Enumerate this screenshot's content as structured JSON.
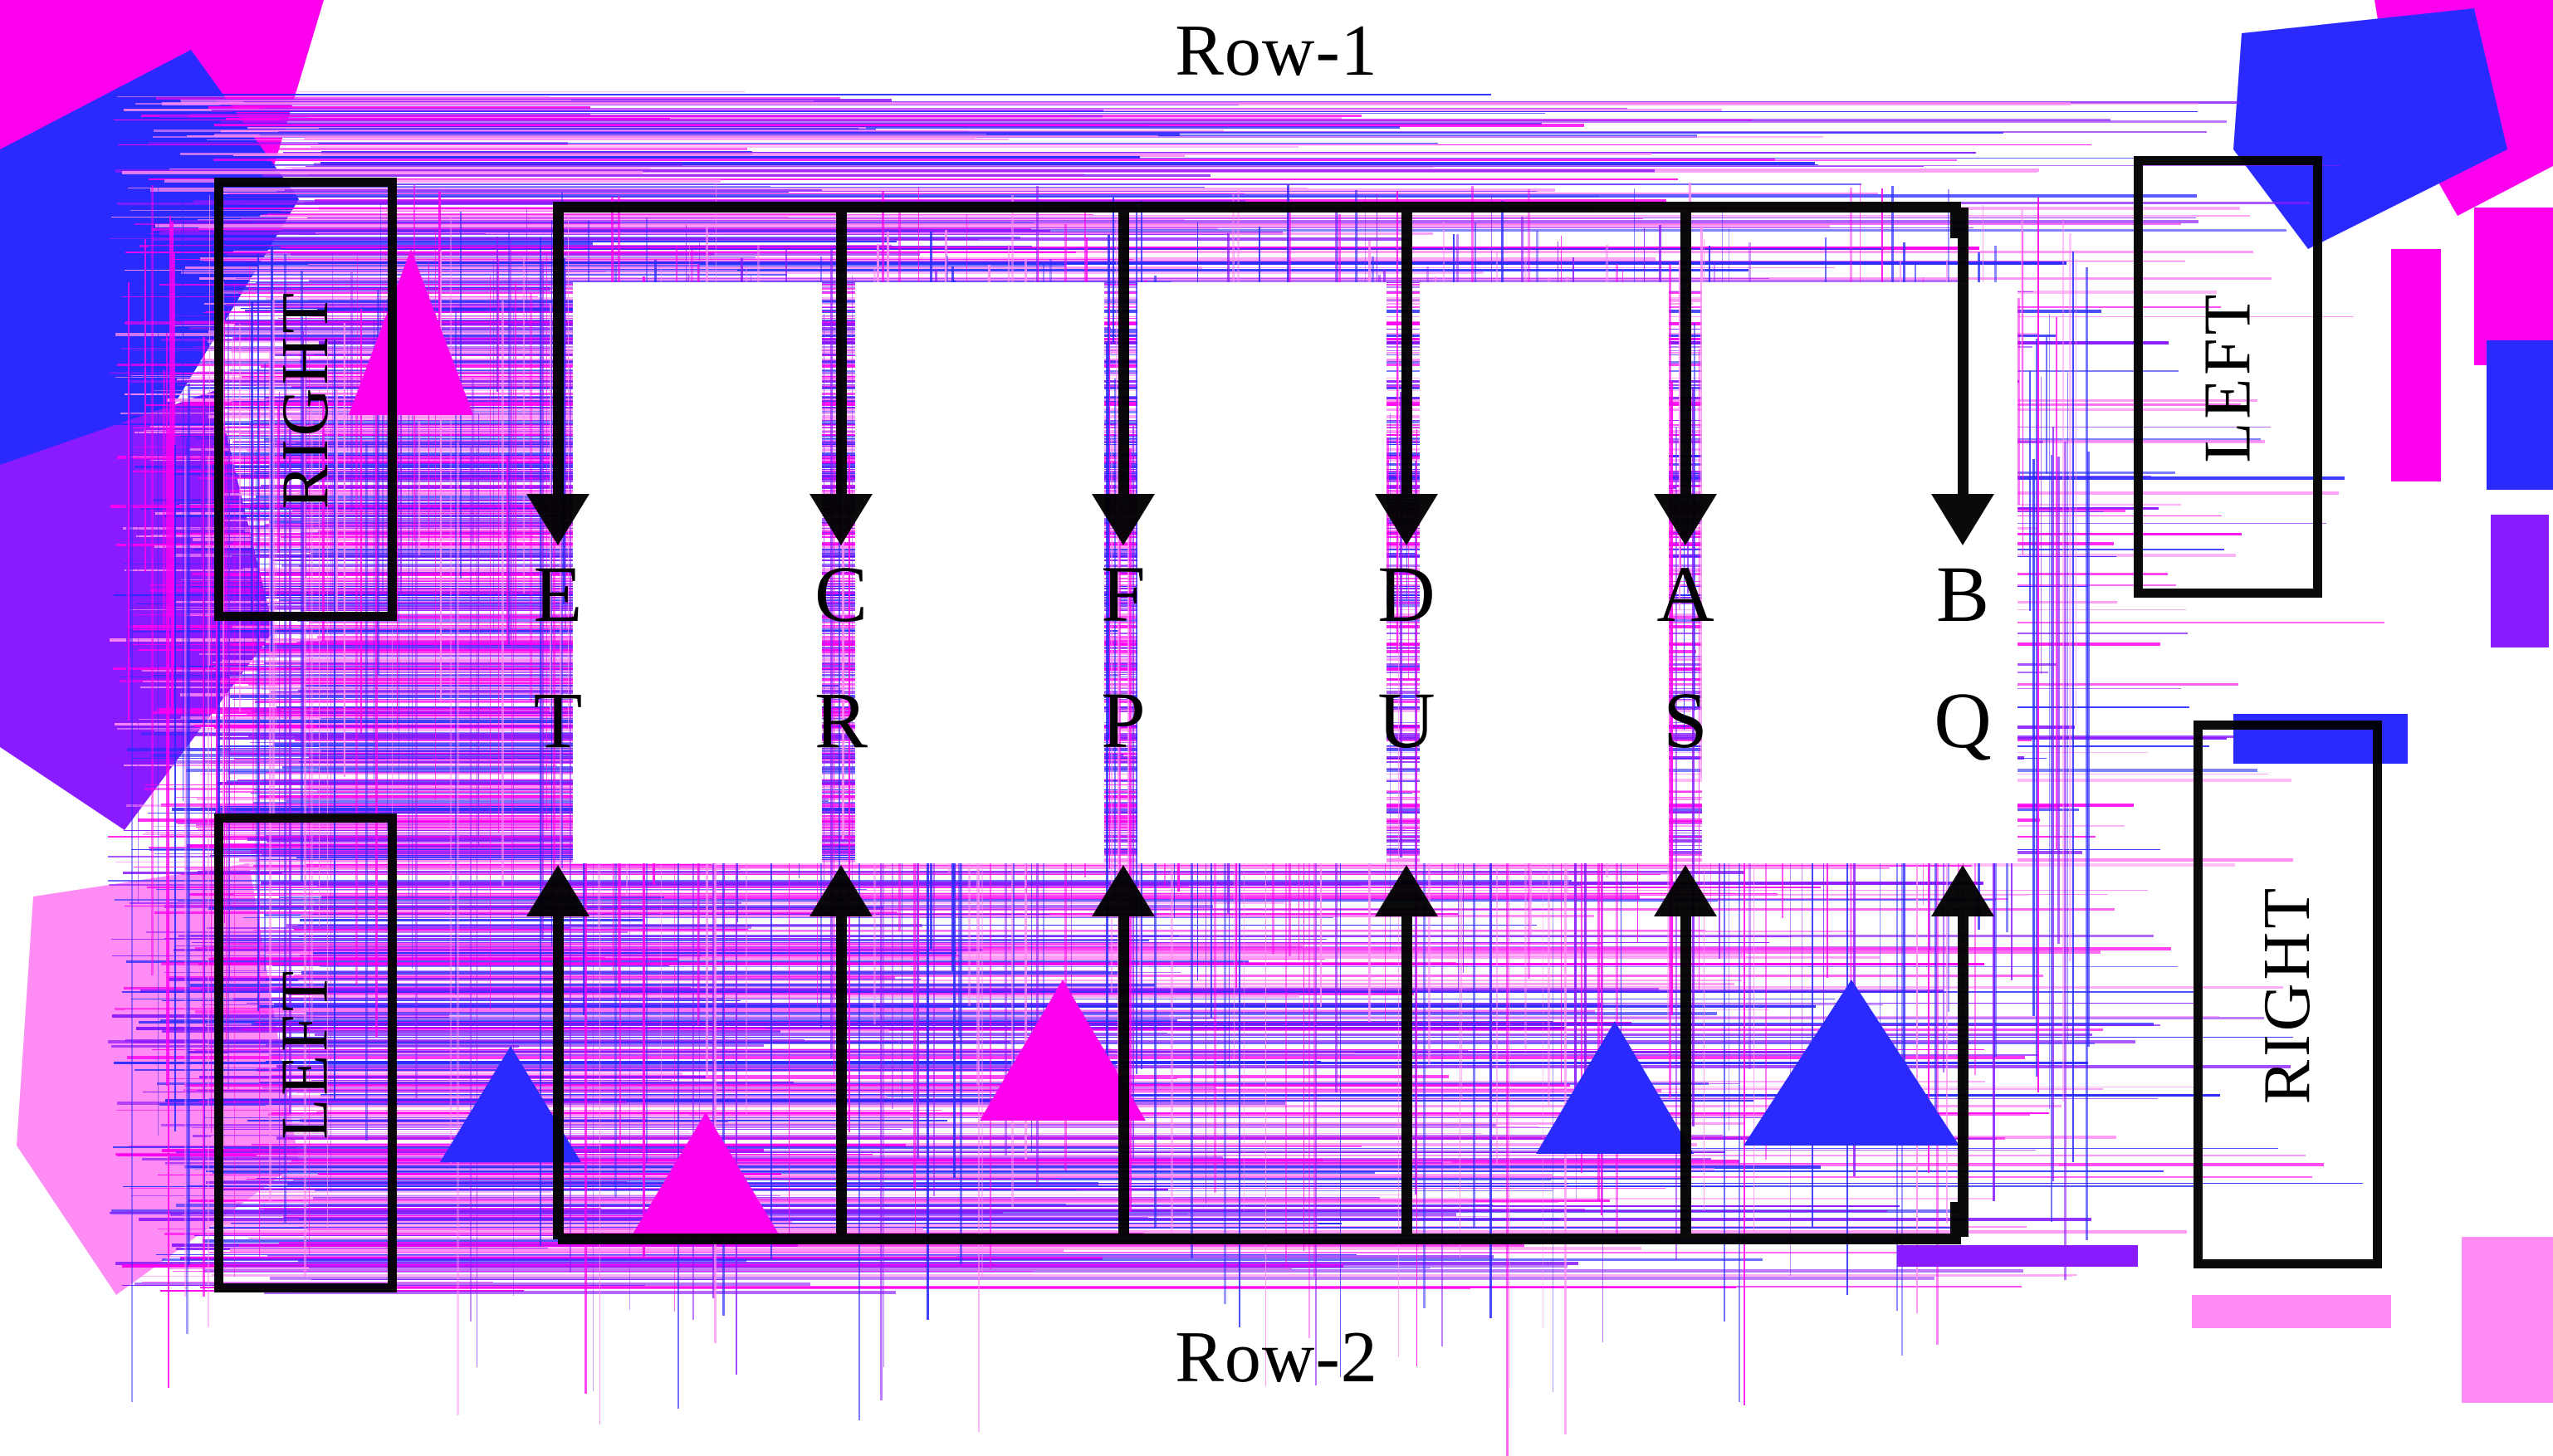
{
  "diagram": {
    "type": "bus-topology",
    "row_titles": {
      "top": "Row-1",
      "bottom": "Row-2"
    },
    "corner_labels": {
      "top_left": "RIGHT",
      "bottom_left": "LEFT",
      "top_right": "LEFT",
      "bottom_right": "RIGHT"
    },
    "columns": [
      {
        "top": "E",
        "bottom": "T"
      },
      {
        "top": "C",
        "bottom": "R"
      },
      {
        "top": "F",
        "bottom": "P"
      },
      {
        "top": "D",
        "bottom": "U"
      },
      {
        "top": "A",
        "bottom": "S"
      },
      {
        "top": "B",
        "bottom": "Q"
      }
    ],
    "arrows": {
      "top_direction": "down",
      "bottom_direction": "up"
    },
    "colors": {
      "ink": "#0a0a0a",
      "background": "#ffffff",
      "glitch_magenta": "#ff00ee",
      "glitch_blue": "#2a2aff",
      "glitch_violet": "#8a1aff",
      "glitch_pink": "#ff8cf4"
    }
  }
}
